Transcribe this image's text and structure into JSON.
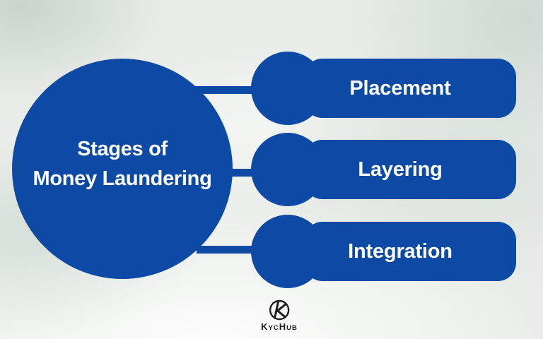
{
  "diagram": {
    "type": "hub-and-stages",
    "full_title": "Stages of Money Laundering"
  },
  "title": {
    "line1": "Stages of",
    "line2": "Money Laundering"
  },
  "stages": [
    {
      "label": "Placement"
    },
    {
      "label": "Layering"
    },
    {
      "label": "Integration"
    }
  ],
  "logo": {
    "icon": "kychub-k-icon",
    "text_large_1": "K",
    "text_small_1": "YC",
    "text_large_2": "H",
    "text_small_2": "UB"
  },
  "colors": {
    "primary_blue": "#0d4aa6",
    "background": "#e9ede9",
    "logo_dark": "#1f1f1f",
    "label_text": "#ffffff"
  }
}
